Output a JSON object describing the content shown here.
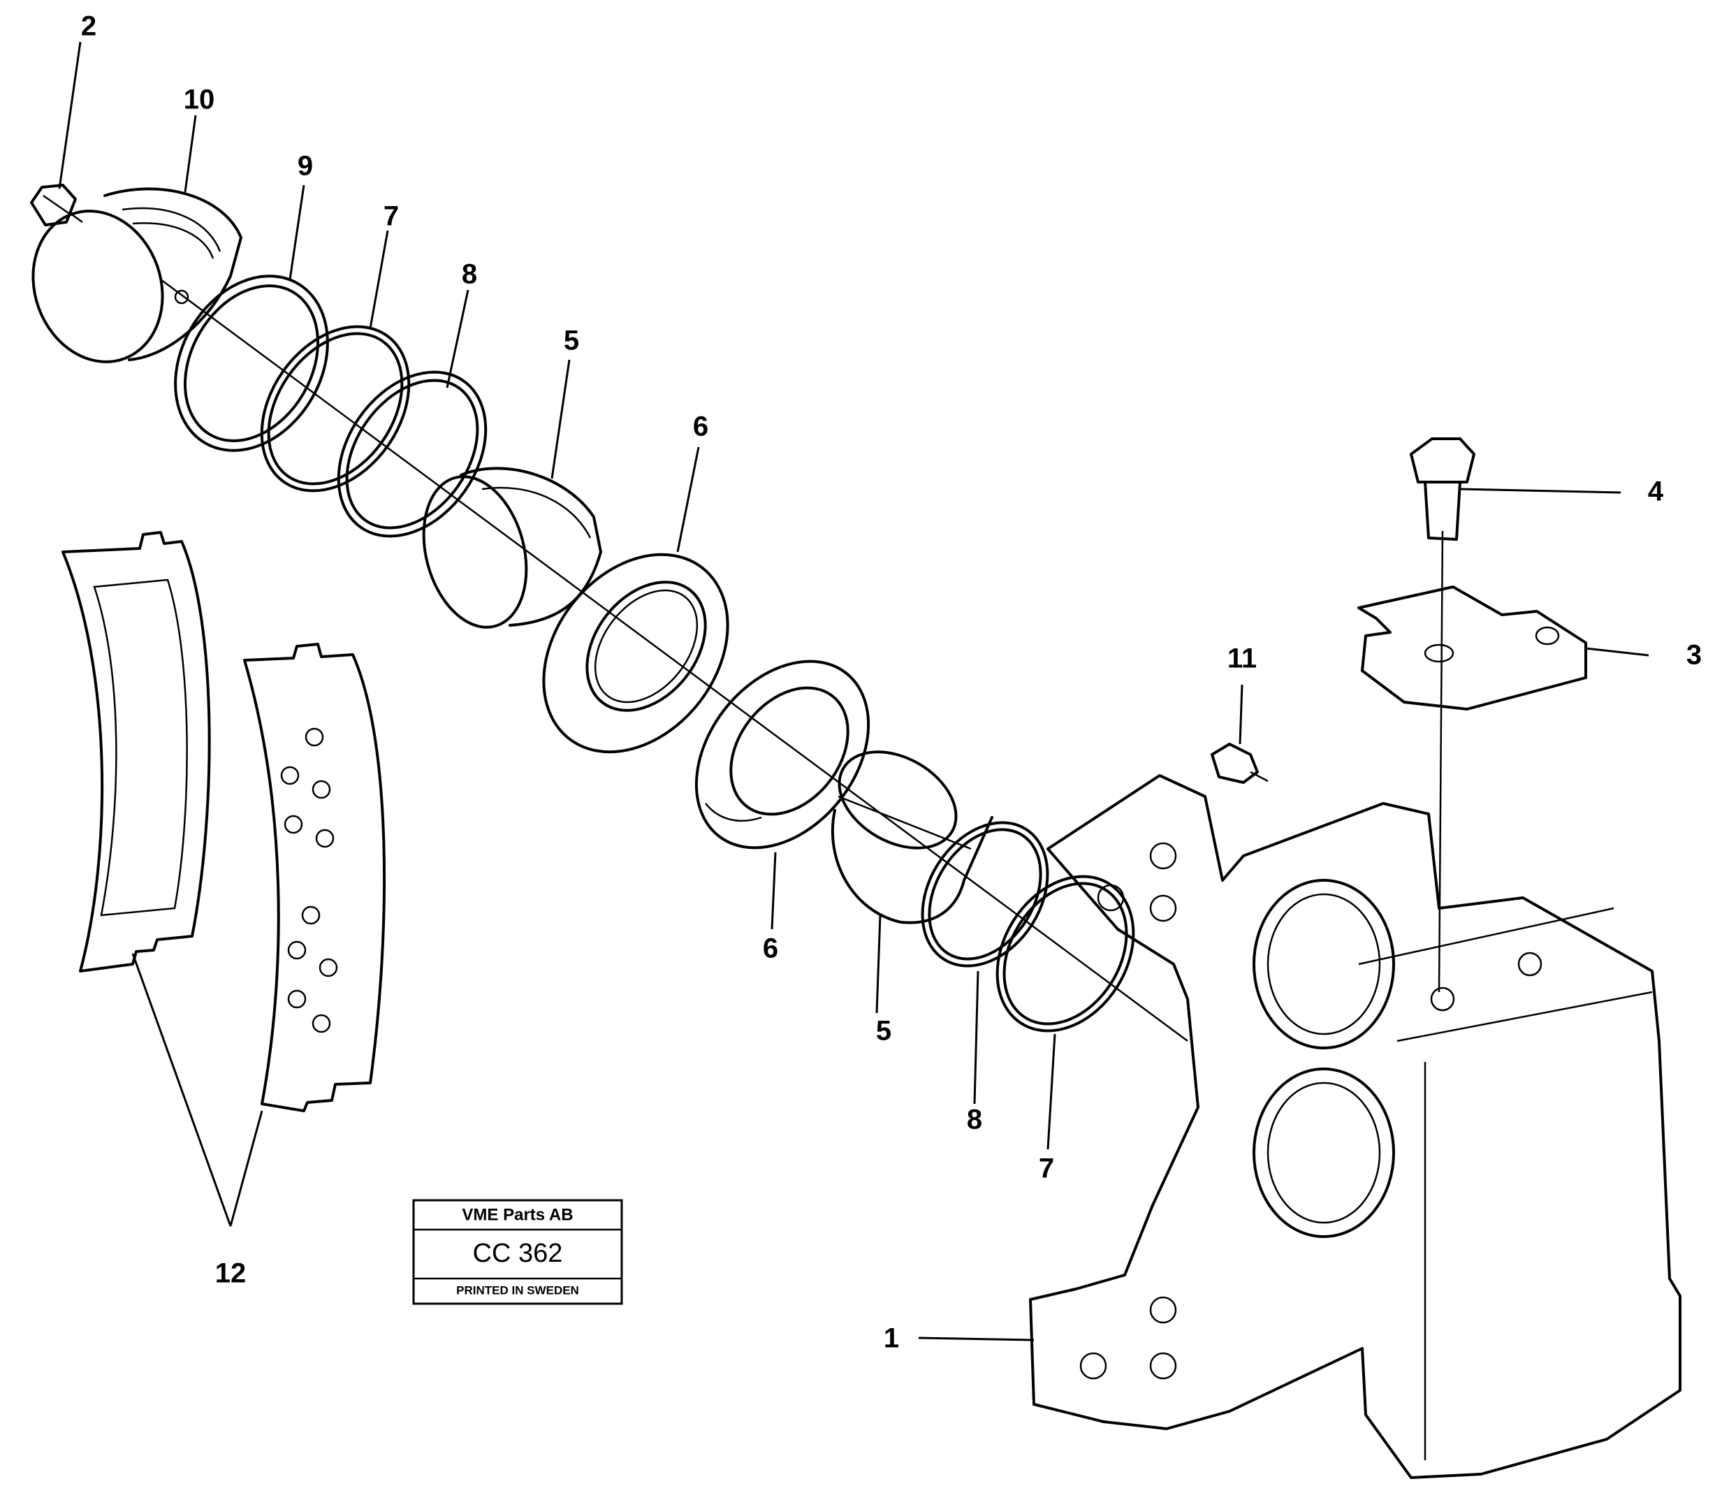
{
  "callouts": {
    "c1": "1",
    "c2": "2",
    "c3": "3",
    "c4": "4",
    "c5a": "5",
    "c5b": "5",
    "c6a": "6",
    "c6b": "6",
    "c7a": "7",
    "c7b": "7",
    "c8a": "8",
    "c8b": "8",
    "c9": "9",
    "c10": "10",
    "c11": "11",
    "c12": "12"
  },
  "stamp": {
    "company": "VME Parts AB",
    "code": "CC 362",
    "printed": "PRINTED IN SWEDEN"
  }
}
